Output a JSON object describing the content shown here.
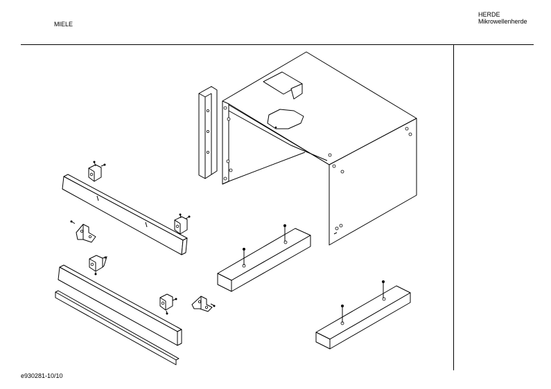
{
  "header": {
    "brand": "MIELE",
    "category": "HERDE",
    "subcategory": "Mikrowellenherde"
  },
  "footer": {
    "document_id": "e930281-10/10"
  }
}
